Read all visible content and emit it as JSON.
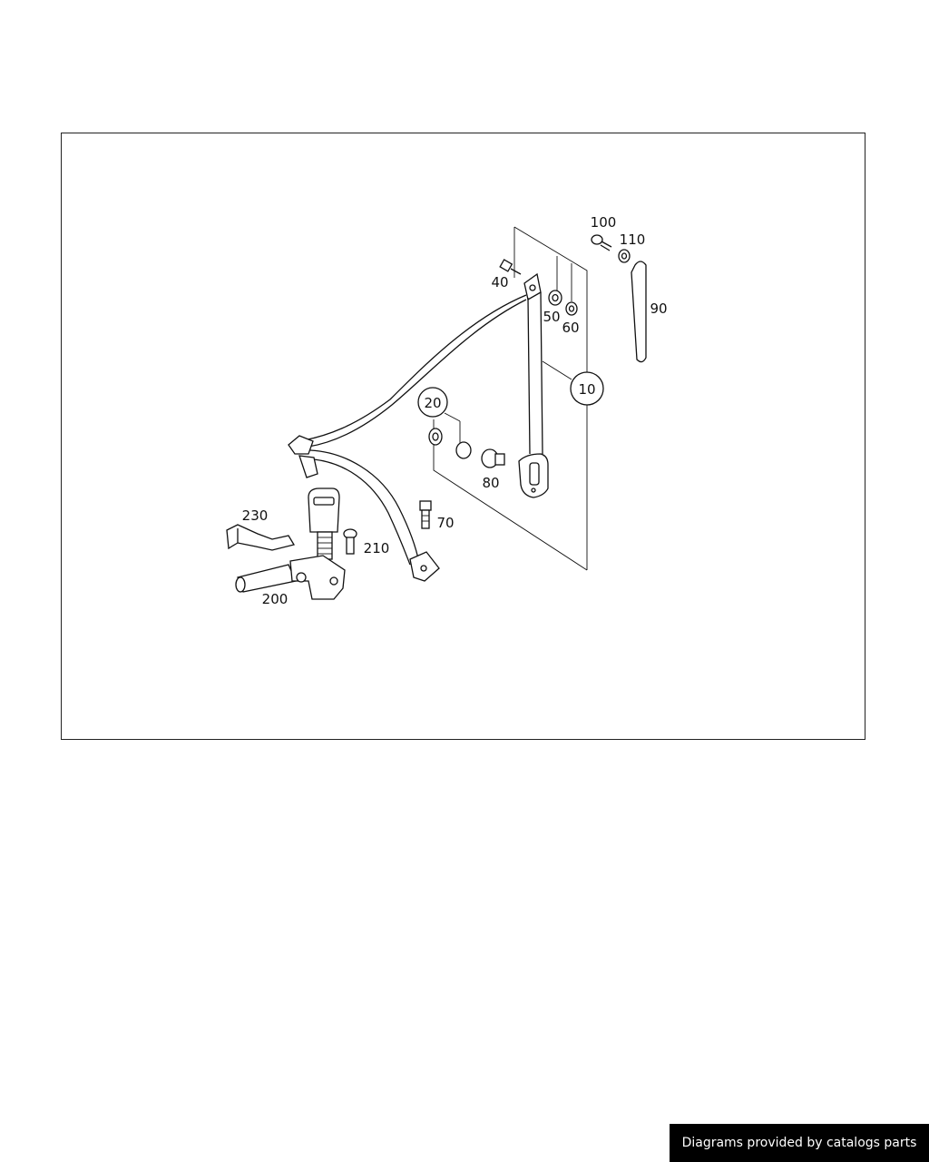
{
  "diagram": {
    "callouts": [
      {
        "id": "c10",
        "label": "10",
        "circled": true
      },
      {
        "id": "c20",
        "label": "20",
        "circled": true
      },
      {
        "id": "c40",
        "label": "40"
      },
      {
        "id": "c50",
        "label": "50"
      },
      {
        "id": "c60",
        "label": "60"
      },
      {
        "id": "c70",
        "label": "70"
      },
      {
        "id": "c80",
        "label": "80"
      },
      {
        "id": "c90",
        "label": "90"
      },
      {
        "id": "c100",
        "label": "100"
      },
      {
        "id": "c110",
        "label": "110"
      },
      {
        "id": "c200",
        "label": "200"
      },
      {
        "id": "c210",
        "label": "210"
      },
      {
        "id": "c230",
        "label": "230"
      }
    ]
  },
  "footer": {
    "credit": "Diagrams provided by catalogs parts"
  },
  "colors": {
    "line": "#111111",
    "background": "#ffffff",
    "credit_bg": "#000000",
    "credit_text": "#ffffff"
  }
}
